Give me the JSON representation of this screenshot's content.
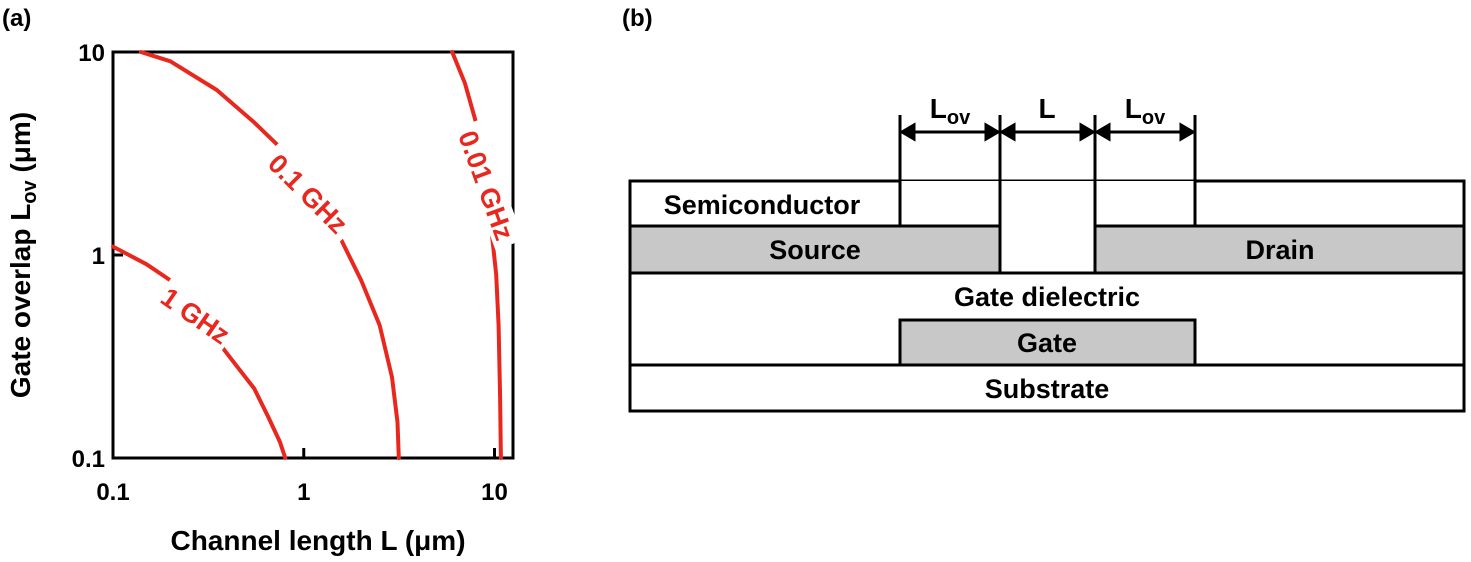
{
  "colors": {
    "contour": "#e8281f",
    "layer_fill": "#c8c8c8",
    "outline": "#000000"
  },
  "panel_a": {
    "label": "(a)"
  },
  "panel_b": {
    "label": "(b)"
  },
  "chart_data": {
    "type": "line",
    "xlabel": "Channel length L (μm)",
    "ylabel_main": "Gate overlap L",
    "ylabel_sub": "ov",
    "ylabel_unit": " (μm)",
    "xscale": "log",
    "yscale": "log",
    "xlim": [
      0.1,
      12.5
    ],
    "ylim": [
      0.1,
      10
    ],
    "xticks": [
      {
        "value": 0.1,
        "label": "0.1"
      },
      {
        "value": 1,
        "label": "1"
      },
      {
        "value": 10,
        "label": "10"
      }
    ],
    "yticks": [
      {
        "value": 0.1,
        "label": "0.1"
      },
      {
        "value": 1,
        "label": "1"
      },
      {
        "value": 10,
        "label": "10"
      }
    ],
    "grid": false,
    "series": [
      {
        "name": "1 GHz",
        "x": [
          0.1,
          0.15,
          0.2,
          0.27,
          0.35,
          0.45,
          0.55,
          0.65,
          0.75,
          0.8
        ],
        "y": [
          1.1,
          0.9,
          0.75,
          0.55,
          0.38,
          0.28,
          0.22,
          0.16,
          0.12,
          0.1
        ],
        "label": {
          "text": "1 GHz",
          "x": 0.27,
          "y": 0.5,
          "angle": 35
        }
      },
      {
        "name": "0.1 GHz",
        "x": [
          0.14,
          0.2,
          0.35,
          0.55,
          0.8,
          1.1,
          1.5,
          2.0,
          2.5,
          2.9,
          3.1,
          3.15
        ],
        "y": [
          10,
          9,
          6.5,
          4.5,
          3.2,
          2.1,
          1.3,
          0.75,
          0.45,
          0.25,
          0.15,
          0.1
        ],
        "label": {
          "text": "0.1 GHz",
          "x": 1.05,
          "y": 2.0,
          "angle": 45
        }
      },
      {
        "name": "0.01 GHz",
        "x": [
          6.0,
          7.0,
          8.0,
          8.8,
          9.5,
          10.2,
          10.5,
          10.7,
          10.8
        ],
        "y": [
          10,
          7,
          4.5,
          2.7,
          1.5,
          0.8,
          0.45,
          0.2,
          0.1
        ],
        "label": {
          "text": "0.01 GHz",
          "x": 9.0,
          "y": 2.2,
          "angle": 70
        }
      }
    ]
  },
  "diagram": {
    "layers": {
      "semiconductor": "Semiconductor",
      "source": "Source",
      "drain": "Drain",
      "dielectric": "Gate dielectric",
      "gate": "Gate",
      "substrate": "Substrate"
    },
    "dimensions": {
      "lov_main": "L",
      "lov_sub": "ov",
      "l": "L"
    }
  }
}
